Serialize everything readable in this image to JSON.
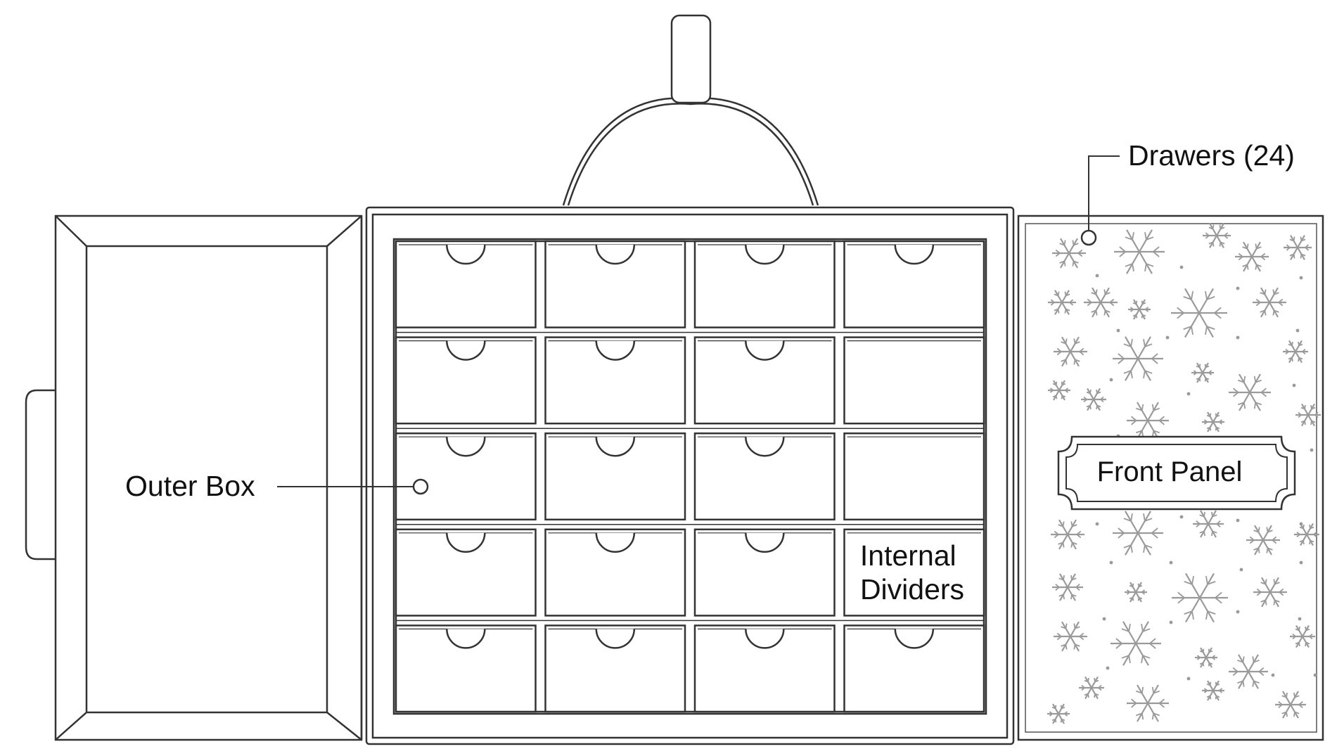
{
  "labels": {
    "outer_box": "Outer Box",
    "drawers": "Drawers (24)",
    "front_panel": "Front Panel",
    "internal_dividers_line1": "Internal",
    "internal_dividers_line2": "Dividers"
  },
  "drawer_grid": {
    "rows": 5,
    "columns": 4,
    "compartments_without_pull": [
      [
        1,
        3
      ],
      [
        2,
        3
      ],
      [
        3,
        3
      ]
    ]
  },
  "colors": {
    "line": "#333333",
    "snowflake": "#9a9a9a",
    "background": "#ffffff"
  }
}
